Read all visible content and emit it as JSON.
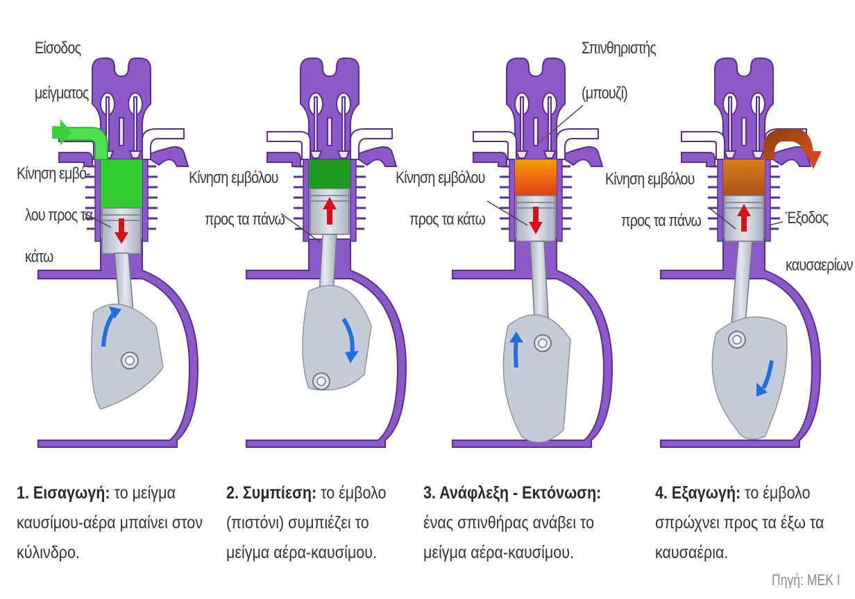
{
  "colors": {
    "engine_body": "#8c59c9",
    "engine_dark": "#5a2d8f",
    "metal": "#c5ccd6",
    "intake_mixture": "#33cc33",
    "compressed_mixture": "#1f9a1f",
    "combustion": "#f07818",
    "exhaust": "#b8561e",
    "piston_arrow": "#d8101a",
    "crank_arrow": "#1f6fe0",
    "text": "#333333",
    "source_text": "#8a8a8a"
  },
  "labels": {
    "intake_1": "Είσοδος",
    "intake_2": "μείγματος",
    "piston_down_1a": "Κίνηση εμβό-",
    "piston_down_1b": "λου προς τα",
    "piston_down_1c": "κάτω",
    "piston_up_2a": "Κίνηση εμβόλου",
    "piston_up_2b": "προς τα πάνω",
    "spark_1": "Σπινθηριστής",
    "spark_2": "(μπουζί)",
    "piston_down_3a": "Κίνηση εμβόλου",
    "piston_down_3b": "προς τα κάτω",
    "piston_up_4a": "Κίνηση εμβόλου",
    "piston_up_4b": "προς τα πάνω",
    "exhaust_1": "Έξοδος",
    "exhaust_2": "καυσαερίων"
  },
  "strokes": [
    {
      "title": "1. Εισαγωγή:",
      "line1": "το μείγμα",
      "line2": "καυσίμου-αέρα μπαίνει στον",
      "line3": "κύλινδρο."
    },
    {
      "title": "2. Συμπίεση:",
      "line1": "το έμβολο",
      "line2": "(πιστόνι) συμπιέζει το",
      "line3": "μείγμα αέρα-καυσίμου."
    },
    {
      "title": "3. Ανάφλεξη - Εκτόνωση:",
      "line1": "",
      "line2": "ένας σπινθήρας ανάβει το",
      "line3": "μείγμα αέρα-καυσίμου."
    },
    {
      "title": "4. Εξαγωγή:",
      "line1": "το έμβολο",
      "line2": "σπρώχνει προς τα έξω τα",
      "line3": "καυσαέρια."
    }
  ],
  "source": "Πηγή: ΜΕΚ Ι"
}
